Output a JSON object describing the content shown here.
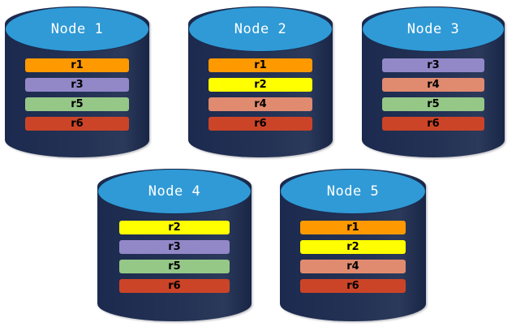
{
  "diagram": {
    "type": "replica-placement",
    "title": "",
    "background_color": "#ffffff",
    "node_body_color": "#1b2a4e",
    "node_top_color": "#2f9ad6",
    "node_label_color": "#ffffff",
    "bar_label_color": "#000000",
    "replica_colors": {
      "r1": "#FF9900",
      "r2": "#FFFF00",
      "r3": "#9288C8",
      "r4": "#E08A70",
      "r5": "#95C787",
      "r6": "#CC4427"
    },
    "rows": [
      {
        "nodes": [
          {
            "label": "Node  1",
            "replicas": [
              {
                "id": "r1",
                "color": "#FF9900"
              },
              {
                "id": "r3",
                "color": "#9288C8"
              },
              {
                "id": "r5",
                "color": "#95C787"
              },
              {
                "id": "r6",
                "color": "#CC4427"
              }
            ]
          },
          {
            "label": "Node  2",
            "replicas": [
              {
                "id": "r1",
                "color": "#FF9900"
              },
              {
                "id": "r2",
                "color": "#FFFF00"
              },
              {
                "id": "r4",
                "color": "#E08A70"
              },
              {
                "id": "r6",
                "color": "#CC4427"
              }
            ]
          },
          {
            "label": "Node  3",
            "replicas": [
              {
                "id": "r3",
                "color": "#9288C8"
              },
              {
                "id": "r4",
                "color": "#E08A70"
              },
              {
                "id": "r5",
                "color": "#95C787"
              },
              {
                "id": "r6",
                "color": "#CC4427"
              }
            ]
          }
        ]
      },
      {
        "nodes": [
          {
            "label": "Node  4",
            "replicas": [
              {
                "id": "r2",
                "color": "#FFFF00"
              },
              {
                "id": "r3",
                "color": "#9288C8"
              },
              {
                "id": "r5",
                "color": "#95C787"
              },
              {
                "id": "r6",
                "color": "#CC4427"
              }
            ]
          },
          {
            "label": "Node  5",
            "replicas": [
              {
                "id": "r1",
                "color": "#FF9900"
              },
              {
                "id": "r2",
                "color": "#FFFF00"
              },
              {
                "id": "r4",
                "color": "#E08A70"
              },
              {
                "id": "r6",
                "color": "#CC4427"
              }
            ]
          }
        ]
      }
    ]
  }
}
